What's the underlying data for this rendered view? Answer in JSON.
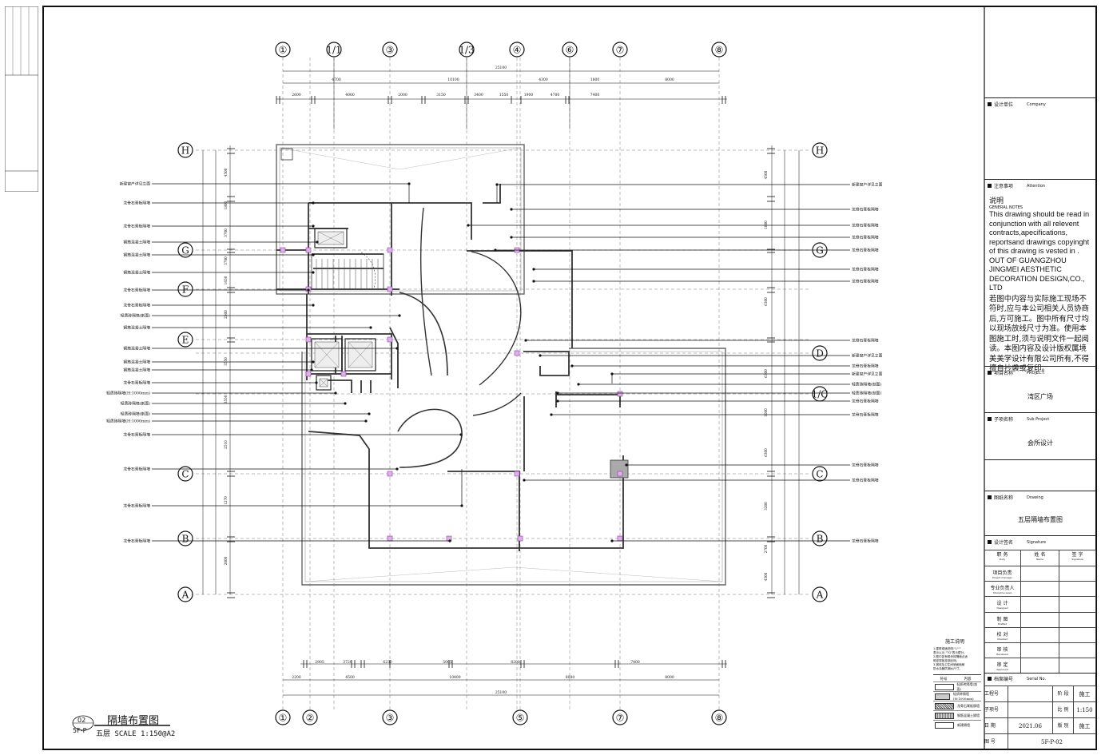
{
  "grid": {
    "columns_top": [
      "①",
      "1/1",
      "③",
      "1/3",
      "④",
      "⑥",
      "⑦",
      "⑧"
    ],
    "columns_bottom": [
      "①",
      "②",
      "③",
      "⑤",
      "⑦",
      "⑧"
    ],
    "rows_left": [
      "H",
      "G",
      "F",
      "E",
      "C",
      "B",
      "A"
    ],
    "rows_right": [
      "H",
      "G",
      "D",
      "1/C",
      "C",
      "B",
      "A"
    ]
  },
  "dims": {
    "top_total": "25100",
    "top_row2": [
      "4700",
      "10100",
      "4300",
      "1800",
      "8000"
    ],
    "top_row3": [
      "2600",
      "4000",
      "2000",
      "3150",
      "3400",
      "1550",
      "1900",
      "4700",
      "7400"
    ],
    "bottom_row1": [
      "2905",
      "3720",
      "6230",
      "5005",
      "8200",
      "7400"
    ],
    "bottom_row2": [
      "2200",
      "4500",
      "10400",
      "8000",
      "8000"
    ],
    "bottom_total": "25100",
    "left_col": [
      "4500",
      "1800",
      "3700",
      "3700",
      "1650",
      "2500",
      "3550",
      "3550",
      "2510",
      "1270",
      "2000"
    ],
    "right_col": [
      "4500",
      "1800",
      "6300",
      "6300",
      "1600",
      "6300",
      "3200",
      "2700",
      "4300"
    ]
  },
  "labels_left": [
    "新建窗户详见立面",
    "龙骨石膏板隔墙",
    "龙骨石膏板隔墙",
    "钢筋混凝土隔墙",
    "钢筋混凝土隔墙",
    "钢筋混凝土隔墙",
    "龙骨石膏板隔墙",
    "龙骨石膏板隔墙",
    "轻质砖隔墙(剖面)",
    "钢筋混凝土隔墙",
    "钢筋混凝土隔墙",
    "钢筋混凝土隔墙",
    "钢筋混凝土隔墙",
    "龙骨石膏板隔墙",
    "轻质砖隔墙(H:1000mm)",
    "轻质砖隔墙(剖面)",
    "轻质砖隔墙(剖面)",
    "轻质砖隔墙(H:1000mm)",
    "龙骨石膏板隔墙",
    "龙骨石膏板隔墙",
    "龙骨石膏板隔墙",
    "龙骨石膏板隔墙"
  ],
  "labels_right": [
    "新建窗户详见立面",
    "龙骨石膏板隔墙",
    "龙骨石膏板隔墙",
    "龙骨石膏板隔墙",
    "龙骨石膏板隔墙",
    "龙骨石膏板隔墙",
    "龙骨石膏板隔墙",
    "龙骨石膏板隔墙",
    "新建窗户详见立面",
    "龙骨石膏板隔墙",
    "新建窗户详见立面",
    "轻质砖隔墙(剖面)",
    "轻质砖隔墙(剖面)",
    "龙骨石膏板隔墙",
    "龙骨石膏板隔墙",
    "龙骨石膏板隔墙",
    "龙骨石膏板隔墙",
    "龙骨石膏板隔墙"
  ],
  "drawing_title": {
    "number": "02",
    "sheet": "5F-P",
    "title": "隔墙布置图",
    "floor": "五层",
    "scale": "SCALE 1:150@A2"
  },
  "construction_notes": {
    "title": "施工说明",
    "lines": [
      "1.建筑砌墙说明:\"L\"\"\"",
      "表示以示,\"TG\"表示壁分。",
      "2.图中如有砌块砖隔墙合适",
      "砌定穿板挂钢丝网。",
      "3.钢线及卫生间墙面面刷",
      "防水涂膜防潮水尺寸。"
    ]
  },
  "legend": {
    "header_symbol": "符号",
    "header_content": "内容",
    "items": [
      "轻质砖隔墙(剖面)",
      "轻质砖隔墙(H:1000mm)",
      "龙骨石膏板隔墙",
      "钢筋混凝土隔墙",
      "新建隔墙"
    ]
  },
  "title_block": {
    "company_cn": "设计单位",
    "company_en": "Company",
    "attention_cn": "注意事项",
    "attention_en": "Attention",
    "notes_cn_title": "说明",
    "notes_en_title": "GENERAL NOTES",
    "notes_en": "This drawing should be read in conjunction with all relevent contracts,apecifications, reportsand drawings copyinght of this drawing is vested in . OUT OF GUANGZHOU JINGMEI AESTHETIC DECORATION DESIGN,CO., LTD",
    "notes_cn": "若图中内容与实际施工现场不符时,应与本公司相关人员协商后,方可施工。图中所有尺寸均以现场放线尺寸为准。使用本图施工时,须与说明文件一起阅读。本图内容及设计版权属境美美学设计有限公司所有,不得擅自抄袭或复印。",
    "project_cn": "项目名称",
    "project_en": "PROJECT:",
    "project_value": "湾区广场",
    "subproject_cn": "子项名称",
    "subproject_en": "Sub Project",
    "subproject_value": "会所设计",
    "drawing_cn": "图纸名称",
    "drawing_en": "Drawing",
    "drawing_value": "五层隔墙布置图",
    "signature_cn": "设计签名",
    "signature_en": "Signature",
    "sig_headers": [
      "职  务",
      "姓  名",
      "签  字"
    ],
    "sig_headers_en": [
      "Duty",
      "Name",
      "Signature"
    ],
    "sig_rows": [
      "项目负责",
      "专业负责人",
      "设  计",
      "制  图",
      "校  对",
      "审  核",
      "审  定"
    ],
    "sig_rows_en": [
      "Project manager",
      "Discipline Lead",
      "Designed",
      "Drafted",
      "Checked",
      "Reviewed",
      "Approved"
    ],
    "serial_cn": "档案编号",
    "serial_en": "Serial No.",
    "proj_no_label": "工程号",
    "stage_label": "阶 段",
    "stage_value": "施工",
    "subproj_no_label": "子项号",
    "scale_label": "比 例",
    "scale_value": "1:150",
    "date_label": "日 期",
    "date_value": "2021.06",
    "version_label": "版 别",
    "version_value": "施工",
    "drawing_no_label": "图 号",
    "drawing_no_value": "5F-P-02"
  }
}
